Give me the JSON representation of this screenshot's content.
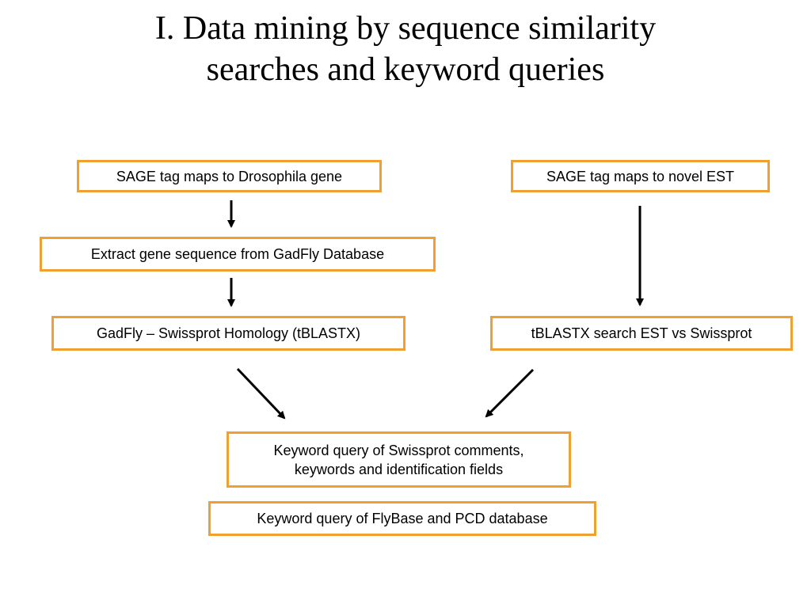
{
  "slide": {
    "title_line1": "I. Data mining by sequence similarity",
    "title_line2": "searches and keyword queries"
  },
  "diagram": {
    "left_branch": {
      "step1": "SAGE tag maps to Drosophila gene",
      "step2": "Extract gene sequence from GadFly Database",
      "step3": "GadFly – Swissprot Homology (tBLASTX)"
    },
    "right_branch": {
      "step1": "SAGE tag maps to novel EST",
      "step2": "tBLASTX search EST vs Swissprot"
    },
    "merge": {
      "keyword_query_line1": "Keyword query of Swissprot comments,",
      "keyword_query_line2": "keywords and identification fields",
      "final_query": "Keyword query of FlyBase and PCD database"
    },
    "colors": {
      "box_border": "#f0a030",
      "arrow": "#000000"
    }
  }
}
